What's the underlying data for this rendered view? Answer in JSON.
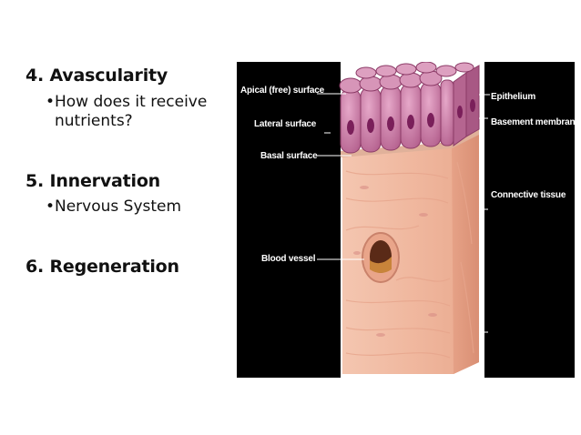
{
  "slide": {
    "items": [
      {
        "heading": "4. Avascularity",
        "bullets": [
          "How does it receive",
          "nutrients?"
        ]
      },
      {
        "heading": "5. Innervation",
        "bullets": [
          "Nervous System"
        ]
      },
      {
        "heading": "6. Regeneration",
        "bullets": []
      }
    ]
  },
  "figure": {
    "labels": {
      "apical": "Apical (free) surface",
      "lateral": "Lateral surface",
      "basal": "Basal surface",
      "blood_vessel": "Blood vessel",
      "epithelium": "Epithelium",
      "basement_membrane": "Basement membrane",
      "connective_tissue": "Connective tissue"
    },
    "colors": {
      "panel": "#000000",
      "cell_fill": "#c77aa3",
      "nucleus": "#7a1f5a",
      "connective": "#f2c0a8",
      "vessel": "#b5652e"
    }
  }
}
